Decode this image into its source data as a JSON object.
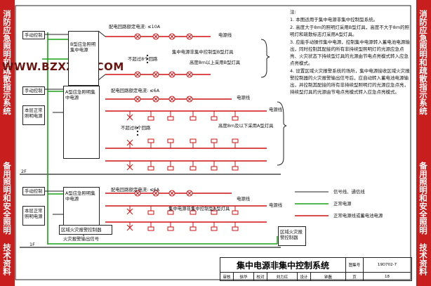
{
  "watermark": "WWW.BZXZKU.COM",
  "sidebars": {
    "left_top": "消防应急照明和疏散指示系统",
    "left_bottom": "备用照明和安全照明",
    "left_foot": "技术资料",
    "right_top": "消防应急照明和疏散指示系统",
    "right_bottom": "备用照明和安全照明",
    "right_foot": "技术资料"
  },
  "floors": {
    "f2": "2F",
    "f1": "1F"
  },
  "top_system": {
    "manual_control": "手动控制",
    "grade_label": "配电回路额定电流: ≤10A",
    "box_title": "B型应急照明集中电源",
    "wire": "电源线",
    "note1": "集中电源非集中控制型B型灯具",
    "note2": "不超过8个回路",
    "note3": "高度8m以上采用B型灯具"
  },
  "mid_system": {
    "manual_control": "手动控制",
    "grade_label": "配电回路额定电流: ≤6A",
    "box_title": "A型应急照明集中电源",
    "normal_power": "本层正常照明电源",
    "wire1": "电源线",
    "wire2": "电源线",
    "note1": "高度8m及以下采用A型灯具",
    "note2": "不超过8个回路"
  },
  "bot_system": {
    "manual_control": "手动控制",
    "grade_label": "配电回路额定电流: ≤6A",
    "box_title": "A型应急照明集中电源",
    "normal_power": "本层正常照明电源",
    "wire1": "电源线",
    "wire2": "电源线",
    "note1": "集中电源非集中控制型A型灯具",
    "area_alarm": "区域火灾报警控制器",
    "alarm_signal": "火灾报警输出信号",
    "area_alarm2": "区域火灾报警控制器"
  },
  "notes": {
    "title": "注:",
    "items": [
      "1. 本图适用于集中电源非集中控制型系统。",
      "2. 高度大于8m的照明灯采用B型灯具，高度不大于8m的照明灯和疏散标志灯采用A型灯具。",
      "3. 应能手动操作集中电源，控制集中电源转入蓄电池电源输出，同时控制其配接的所有非持续型照明灯的光源应急点亮、火灾状态下持续型灯具的光源由节电点亮模式转入应急点亮模式。",
      "4. 设置区域火灾报警系统的场所，集中电源接收区域火灾报警控制器的火灾报警输出信号后，应自动转入蓄电池电源输出，并控制其配接的所有非持续型照明灯的光源应急点亮，持续型灯具的光源由节电点亮模式转入应急点亮模式。"
    ]
  },
  "legend": {
    "signal": "信号线、通信线",
    "power": "正常电源",
    "emergency": "正常电源线或蓄电池电源"
  },
  "title_block": {
    "title": "集中电源非集中控制系统",
    "atlas_label": "图集号",
    "atlas_no": "19D702-7",
    "review": "审核",
    "reviewer": "徐华",
    "check": "校对",
    "checker": "刘力红",
    "design": "设计",
    "designer": "钟磊",
    "page_label": "页",
    "page_no": "18"
  },
  "colors": {
    "red": "#d01010",
    "green": "#19a019",
    "sidebar": "#c81e1e",
    "line": "#222222"
  }
}
